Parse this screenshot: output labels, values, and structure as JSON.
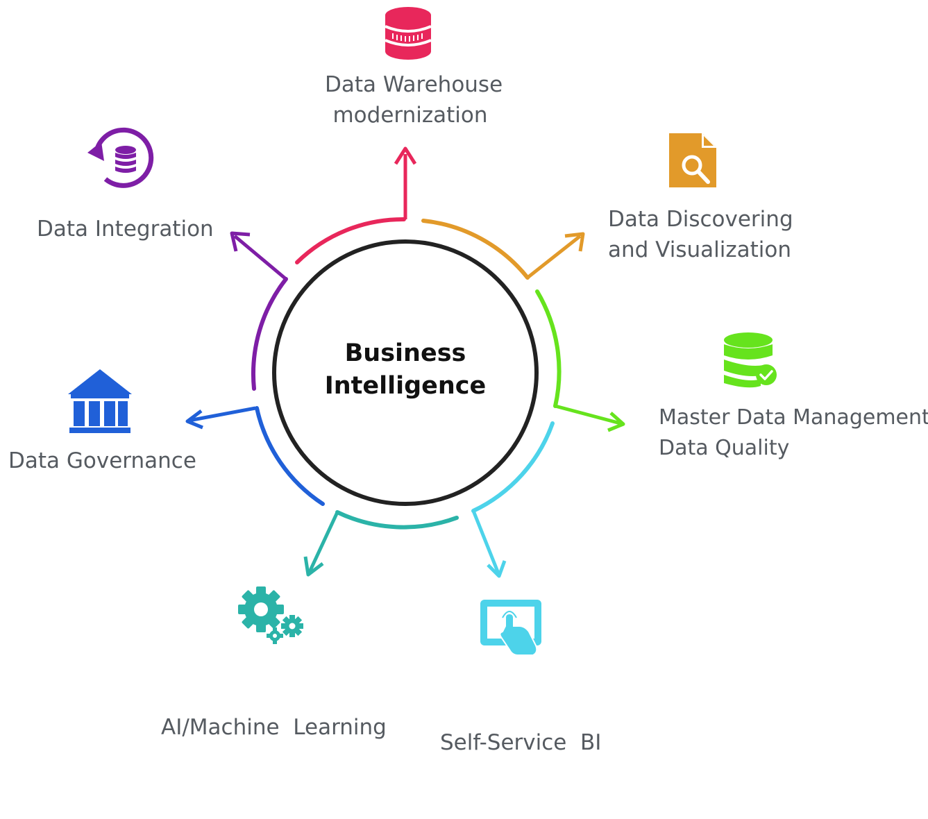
{
  "center": {
    "line1": "Business",
    "line2": "Intelligence"
  },
  "nodes": [
    {
      "id": "warehouse",
      "lines": [
        "Data Warehouse",
        "modernization"
      ],
      "color": "#e8275b",
      "icon": "database-icon"
    },
    {
      "id": "discovery",
      "lines": [
        "Data Discovering",
        "and Visualization"
      ],
      "color": "#e29a2a",
      "icon": "document-search-icon"
    },
    {
      "id": "mdm",
      "lines": [
        "Master Data Management",
        "Data Quality"
      ],
      "color": "#66e31d",
      "icon": "database-check-icon"
    },
    {
      "id": "selfservice",
      "lines": [
        "Self-Service  BI"
      ],
      "color": "#4dd3ea",
      "icon": "touch-screen-icon"
    },
    {
      "id": "ai",
      "lines": [
        "AI/Machine  Learning"
      ],
      "color": "#2bb3a8",
      "icon": "gears-icon"
    },
    {
      "id": "governance",
      "lines": [
        "Data Governance"
      ],
      "color": "#2060d8",
      "icon": "bank-icon"
    },
    {
      "id": "integration",
      "lines": [
        "Data Integration"
      ],
      "color": "#7e1ea6",
      "icon": "database-sync-icon"
    }
  ]
}
